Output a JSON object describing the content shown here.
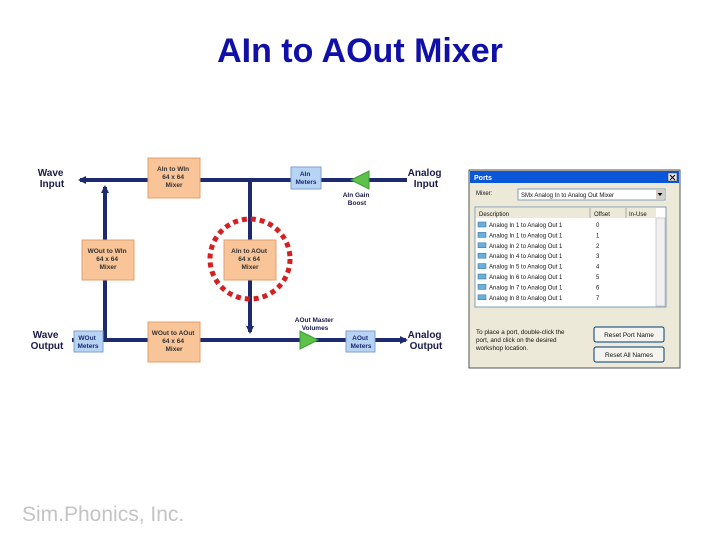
{
  "slide": {
    "title": "AIn to AOut Mixer",
    "footer": "Sim.Phonics, Inc."
  },
  "diagram": {
    "io_labels": {
      "wave_input": [
        "Wave",
        "Input"
      ],
      "analog_input": [
        "Analog",
        "Input"
      ],
      "wave_output": [
        "Wave",
        "Output"
      ],
      "analog_output": [
        "Analog",
        "Output"
      ]
    },
    "mixers": {
      "ain_to_win": [
        "AIn to WIn",
        "64 x 64",
        "Mixer"
      ],
      "wout_to_win": [
        "WOut to WIn",
        "64 x 64",
        "Mixer"
      ],
      "ain_to_aout": [
        "AIn to AOut",
        "64 x 64",
        "Mixer"
      ],
      "wout_to_aout": [
        "WOut to AOut",
        "64 x 64",
        "Mixer"
      ]
    },
    "meters": {
      "ain": [
        "AIn",
        "Meters"
      ],
      "wout": [
        "WOut",
        "Meters"
      ],
      "aout": [
        "AOut",
        "Meters"
      ]
    },
    "annotations": {
      "ain_gain_boost": [
        "AIn Gain",
        "Boost"
      ],
      "aout_master_volumes": [
        "AOut Master",
        "Volumes"
      ]
    },
    "colors": {
      "line": "#1e2a6e",
      "mixer_fill": "#f8c498",
      "mixer_stroke": "#e0a070",
      "meter_fill": "#b8d4f4",
      "meter_stroke": "#7f9fcf",
      "amp": "#5cc24a",
      "highlight": "#d42020"
    }
  },
  "ports_dialog": {
    "title": "Ports",
    "close_icon": "close-icon",
    "mixer_label": "Mixer:",
    "mixer_value": "SMx Analog In to Analog Out Mixer",
    "columns": [
      "Description",
      "Offset",
      "In-Use"
    ],
    "rows": [
      {
        "desc": "Analog In 1 to Analog Out 1",
        "offset": "0"
      },
      {
        "desc": "Analog In 1 to Analog Out 1",
        "offset": "1"
      },
      {
        "desc": "Analog In 2 to Analog Out 1",
        "offset": "2"
      },
      {
        "desc": "Analog In 4 to Analog Out 1",
        "offset": "3"
      },
      {
        "desc": "Analog In 5 to Analog Out 1",
        "offset": "4"
      },
      {
        "desc": "Analog In 6 to Analog Out 1",
        "offset": "5"
      },
      {
        "desc": "Analog In 7 to Analog Out 1",
        "offset": "6"
      },
      {
        "desc": "Analog In 8 to Analog Out 1",
        "offset": "7"
      }
    ],
    "hint": [
      "To place a port, double-click the",
      "port, and click on the desired",
      "workshop location."
    ],
    "buttons": {
      "reset_port": "Reset Port Name",
      "reset_all": "Reset All Names"
    }
  }
}
